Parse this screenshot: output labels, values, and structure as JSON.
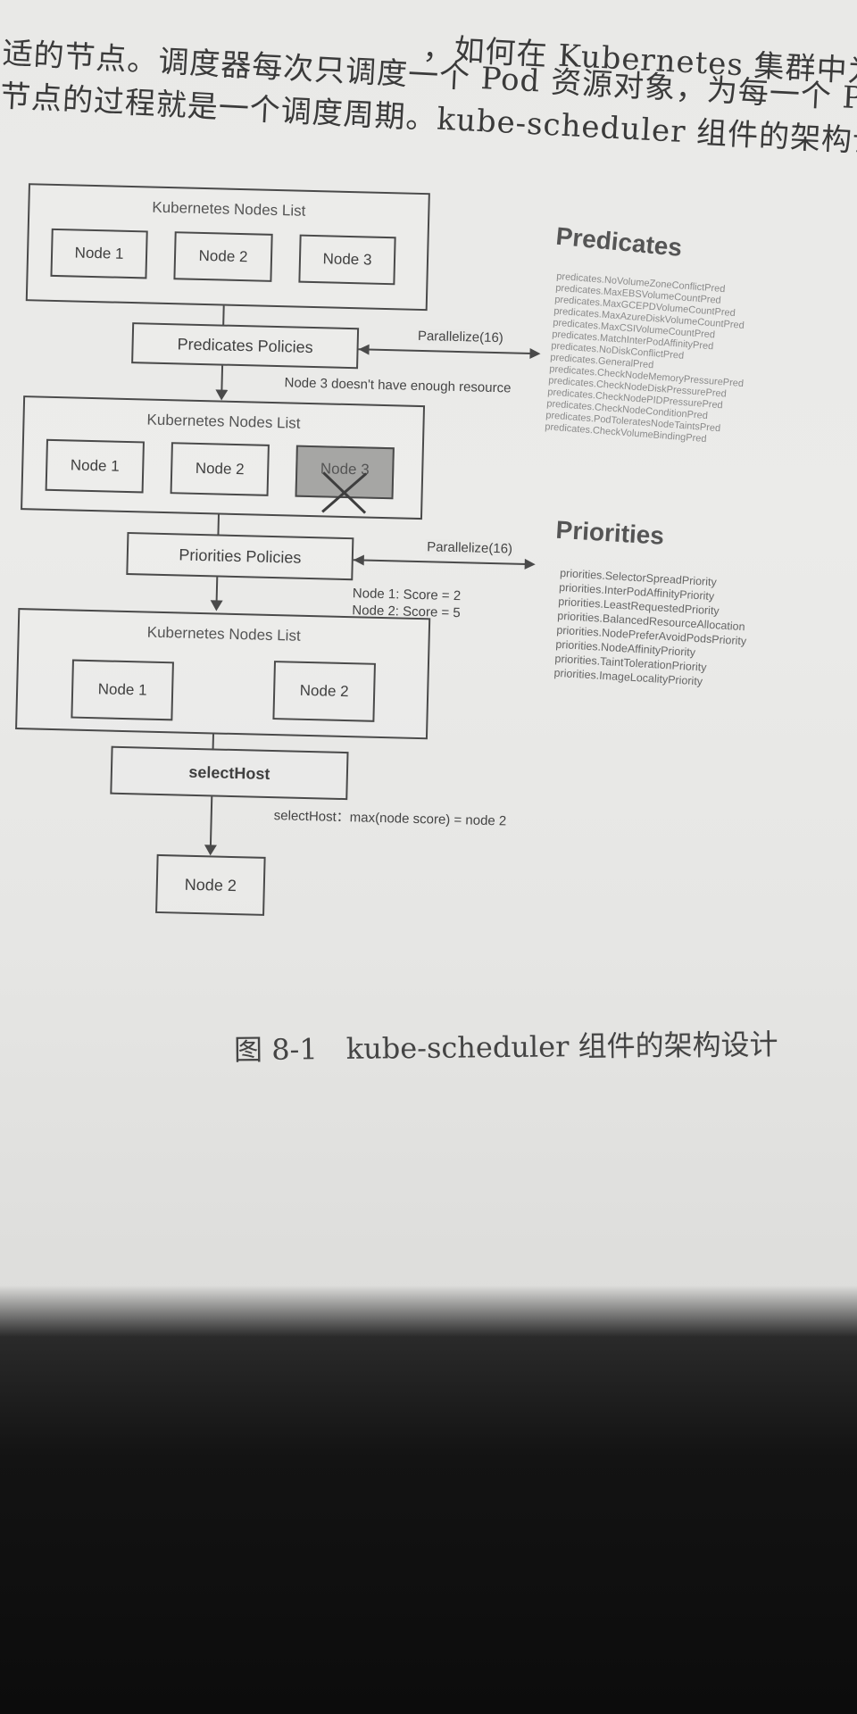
{
  "header": {
    "line1": "，如何在 Kubernetes 集群中为一个",
    "line2": "适的节点。调度器每次只调度一个 Pod 资源对象，为每一个 Po",
    "line3": "节点的过程就是一个调度周期。kube-scheduler 组件的架构设计"
  },
  "diagram": {
    "stage1": {
      "title": "Kubernetes Nodes List",
      "nodes": [
        "Node 1",
        "Node 2",
        "Node 3"
      ]
    },
    "predicates_policies": "Predicates Policies",
    "parallelize_predicates": "Parallelize(16)",
    "note_node3": "Node 3 doesn't have enough resource",
    "stage2": {
      "title": "Kubernetes Nodes List",
      "nodes": [
        "Node 1",
        "Node 2",
        "Node 3"
      ]
    },
    "priorities_policies": "Priorities Policies",
    "parallelize_priorities": "Parallelize(16)",
    "score_node1": "Node 1: Score = 2",
    "score_node2": "Node 2: Score = 5",
    "stage3": {
      "title": "Kubernetes Nodes List",
      "nodes": [
        "Node 1",
        "Node 2"
      ]
    },
    "select_host": "selectHost",
    "select_note": "selectHost：max(node score) = node 2",
    "result_node": "Node 2",
    "predicates": {
      "title": "Predicates",
      "items": [
        "predicates.NoVolumeZoneConflictPred",
        "predicates.MaxEBSVolumeCountPred",
        "predicates.MaxGCEPDVolumeCountPred",
        "predicates.MaxAzureDiskVolumeCountPred",
        "predicates.MaxCSIVolumeCountPred",
        "predicates.MatchInterPodAffinityPred",
        "predicates.NoDiskConflictPred",
        "predicates.GeneralPred",
        "predicates.CheckNodeMemoryPressurePred",
        "predicates.CheckNodeDiskPressurePred",
        "predicates.CheckNodePIDPressurePred",
        "predicates.CheckNodeConditionPred",
        "predicates.PodToleratesNodeTaintsPred",
        "predicates.CheckVolumeBindingPred"
      ]
    },
    "priorities": {
      "title": "Priorities",
      "items": [
        "priorities.SelectorSpreadPriority",
        "priorities.InterPodAffinityPriority",
        "priorities.LeastRequestedPriority",
        "priorities.BalancedResourceAllocation",
        "priorities.NodePreferAvoidPodsPriority",
        "priorities.NodeAffinityPriority",
        "priorities.TaintTolerationPriority",
        "priorities.ImageLocalityPriority"
      ]
    }
  },
  "caption": "图 8-1　kube-scheduler 组件的架构设计"
}
